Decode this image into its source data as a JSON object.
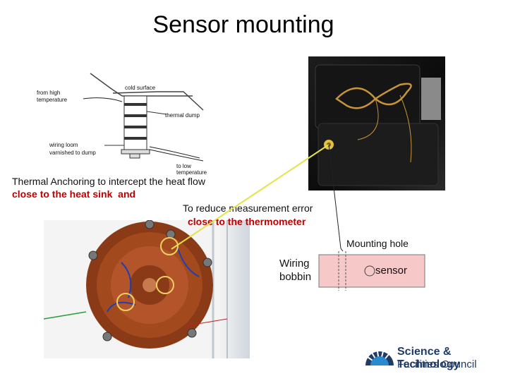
{
  "slide": {
    "title": "Sensor mounting",
    "caption_line1": "Thermal Anchoring to intercept the heat flow",
    "caption_line2": "close to the heat sink  and",
    "caption_line3": "To reduce measurement error",
    "caption_line4": "close to the thermometer"
  },
  "diagram": {
    "from_high_1": "from high",
    "from_high_2": "temperature",
    "cold_surface": "cold surface",
    "thermal_dump": "thermal dump",
    "wiring_loom": "wiring loom",
    "varnished": "varnished to dump",
    "to_low_1": "to low",
    "to_low_2": "temperature"
  },
  "bobbin": {
    "mounting_hole": "Mounting hole",
    "wiring_1": "Wiring",
    "wiring_2": "bobbin",
    "sensor": "sensor"
  },
  "logo": {
    "line1": "Science & Technology",
    "line2": "Facilities Council"
  }
}
